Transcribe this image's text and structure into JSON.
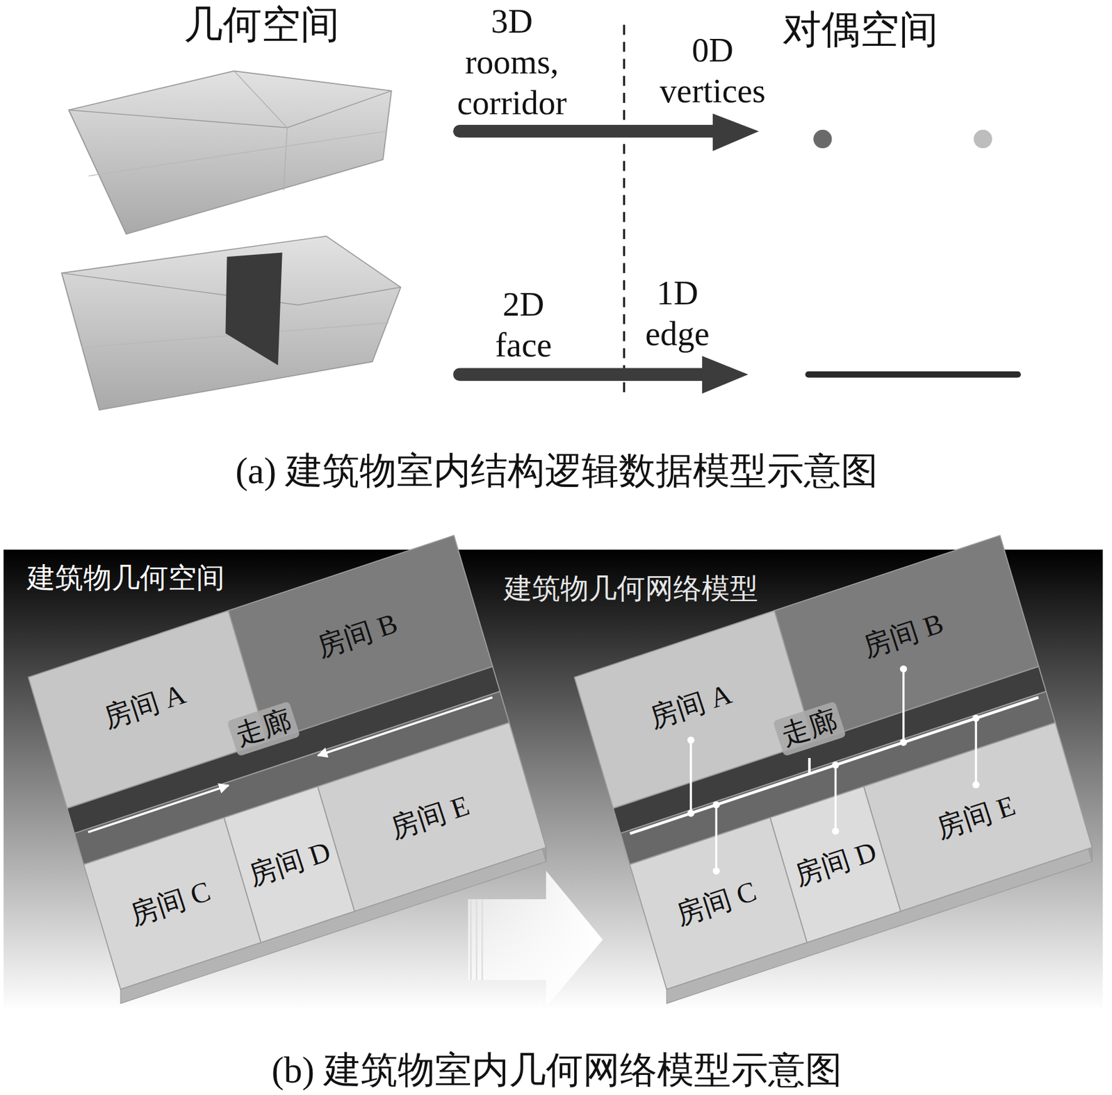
{
  "diagram": {
    "nodes": [
      {
        "text": [
          "房间 A"
        ]
      },
      {
        "text": [
          "房间 B"
        ]
      },
      {
        "text": [
          "走廊"
        ]
      },
      {
        "text": [
          "房间 C"
        ]
      },
      {
        "text": [
          "房间 D"
        ]
      },
      {
        "text": [
          "房间 E"
        ]
      },
      {
        "text": [
          "房间 A"
        ]
      },
      {
        "text": [
          "房间 B"
        ]
      },
      {
        "text": [
          "走廊"
        ]
      },
      {
        "text": [
          "房间 C"
        ]
      },
      {
        "text": [
          "房间 D"
        ]
      },
      {
        "text": [
          "房间 E"
        ]
      }
    ],
    "edges": [
      {
        "from": 6,
        "to": 8,
        "arrow": "none"
      },
      {
        "from": 7,
        "to": 8,
        "arrow": "none"
      },
      {
        "from": 9,
        "to": 8,
        "arrow": "none"
      },
      {
        "from": 10,
        "to": 8,
        "arrow": "none"
      },
      {
        "from": 11,
        "to": 8,
        "arrow": "none"
      }
    ],
    "labels": [
      "几何空间",
      "3D rooms, corridor",
      "0D vertices",
      "对偶空间",
      "2D face",
      "1D edge",
      "(a) 建筑物室内结构逻辑数据模型示意图",
      "建筑物几何空间",
      "建筑物几何网络模型",
      "(b) 建筑物室内几何网络模型示意图"
    ]
  }
}
